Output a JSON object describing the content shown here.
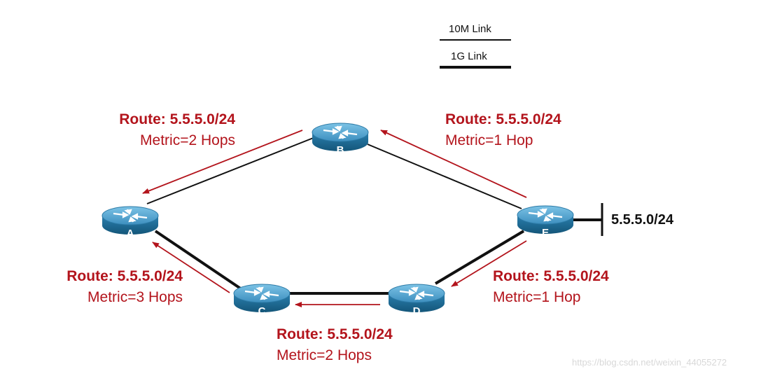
{
  "legend": {
    "link_10m": "10M Link",
    "link_1g": "1G Link"
  },
  "routers": {
    "a": "A",
    "b": "B",
    "c": "C",
    "d": "D",
    "e": "E"
  },
  "network": "5.5.5.0/24",
  "advertisements": {
    "b_to_a": {
      "route": "Route: 5.5.5.0/24",
      "metric": "Metric=2 Hops"
    },
    "e_to_b": {
      "route": "Route: 5.5.5.0/24",
      "metric": "Metric=1 Hop"
    },
    "c_to_a": {
      "route": "Route: 5.5.5.0/24",
      "metric": "Metric=3 Hops"
    },
    "e_to_d": {
      "route": "Route: 5.5.5.0/24",
      "metric": "Metric=1 Hop"
    },
    "d_to_c": {
      "route": "Route: 5.5.5.0/24",
      "metric": "Metric=2 Hops"
    }
  },
  "colors": {
    "arrow": "#b3141c",
    "router_top": "#5aa7cf",
    "router_side": "#1f6f99"
  },
  "watermark": "https://blog.csdn.net/weixin_44055272"
}
